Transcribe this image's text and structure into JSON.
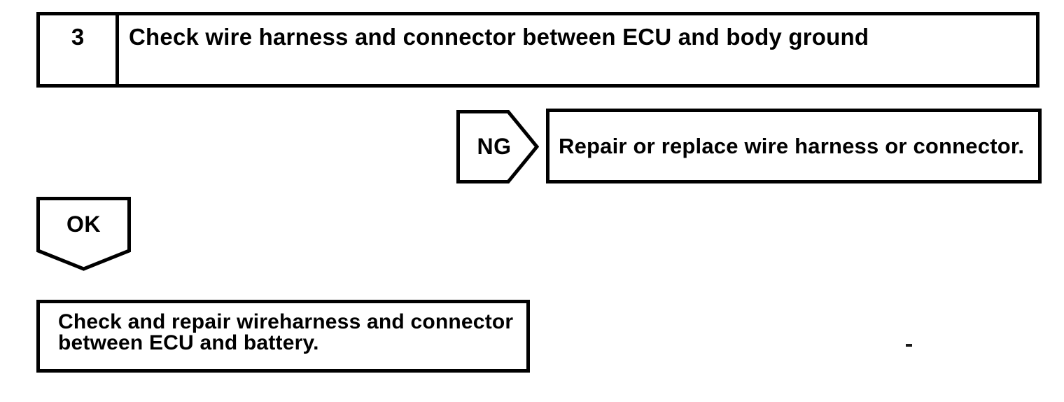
{
  "page": {
    "background_color": "#ffffff",
    "ink_color": "#000000",
    "kind": "service-manual troubleshooting flowchart fragment"
  },
  "flowchart": {
    "step_box": {
      "number": "3",
      "title": "Check wire harness and connector between ECU and body ground"
    },
    "ng_branch": {
      "connector_label": "NG",
      "action": "Repair or replace wire harness or connector."
    },
    "ok_branch": {
      "connector_label": "OK",
      "action": "Check and repair wireharness and connector between ECU and battery."
    }
  }
}
